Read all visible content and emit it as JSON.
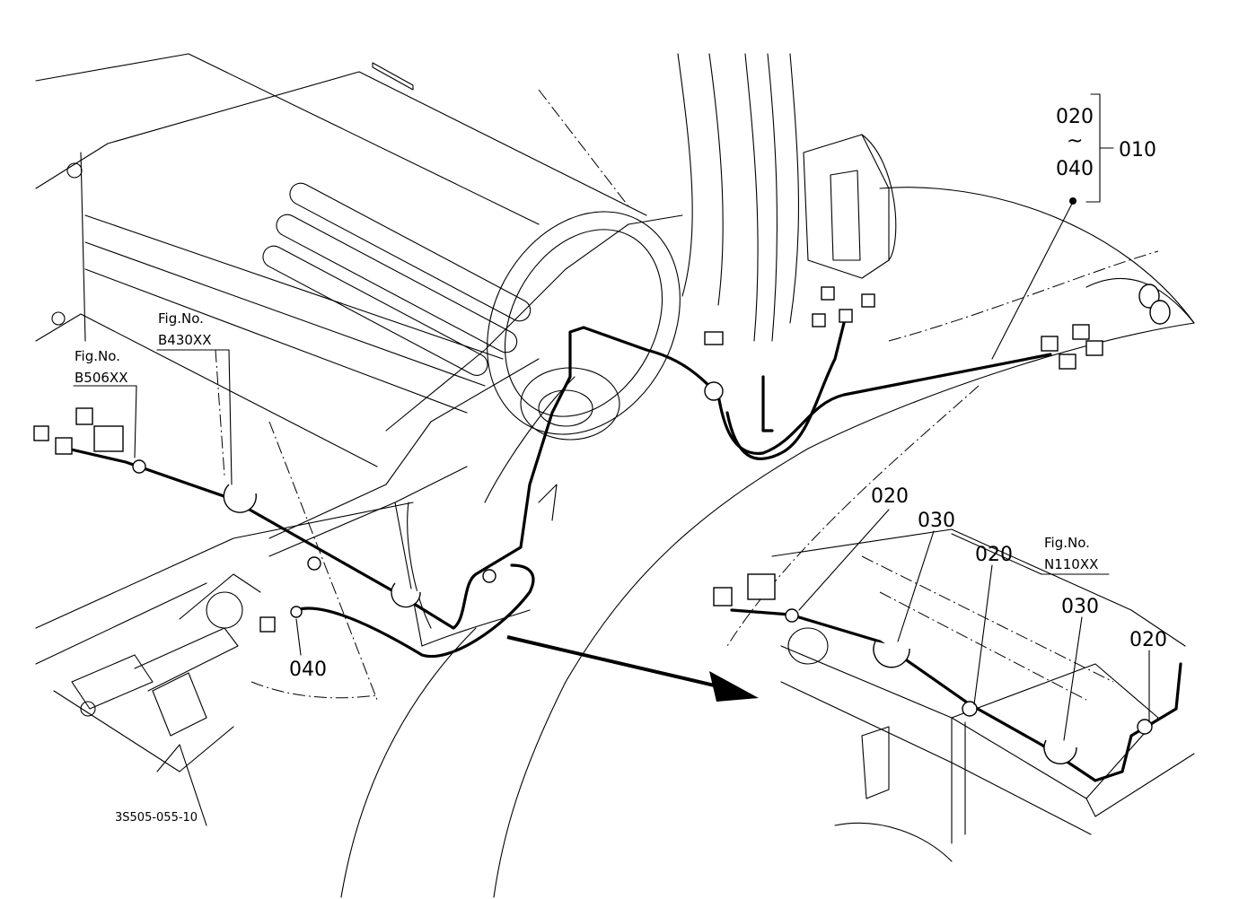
{
  "callouts": {
    "assembly_range_top": "020",
    "assembly_range_tilde": "~",
    "assembly_range_bottom": "040",
    "assembly": "010",
    "lower_040": "040",
    "detail_020_a": "020",
    "detail_030_a": "030",
    "detail_020_b": "020",
    "detail_030_b": "030",
    "detail_020_c": "020"
  },
  "fig_refs": {
    "b430": {
      "label": "Fig.No.",
      "code": "B430XX"
    },
    "b506": {
      "label": "Fig.No.",
      "code": "B506XX"
    },
    "n110": {
      "label": "Fig.No.",
      "code": "N110XX"
    }
  },
  "drawing_code": "3S505-055-10"
}
